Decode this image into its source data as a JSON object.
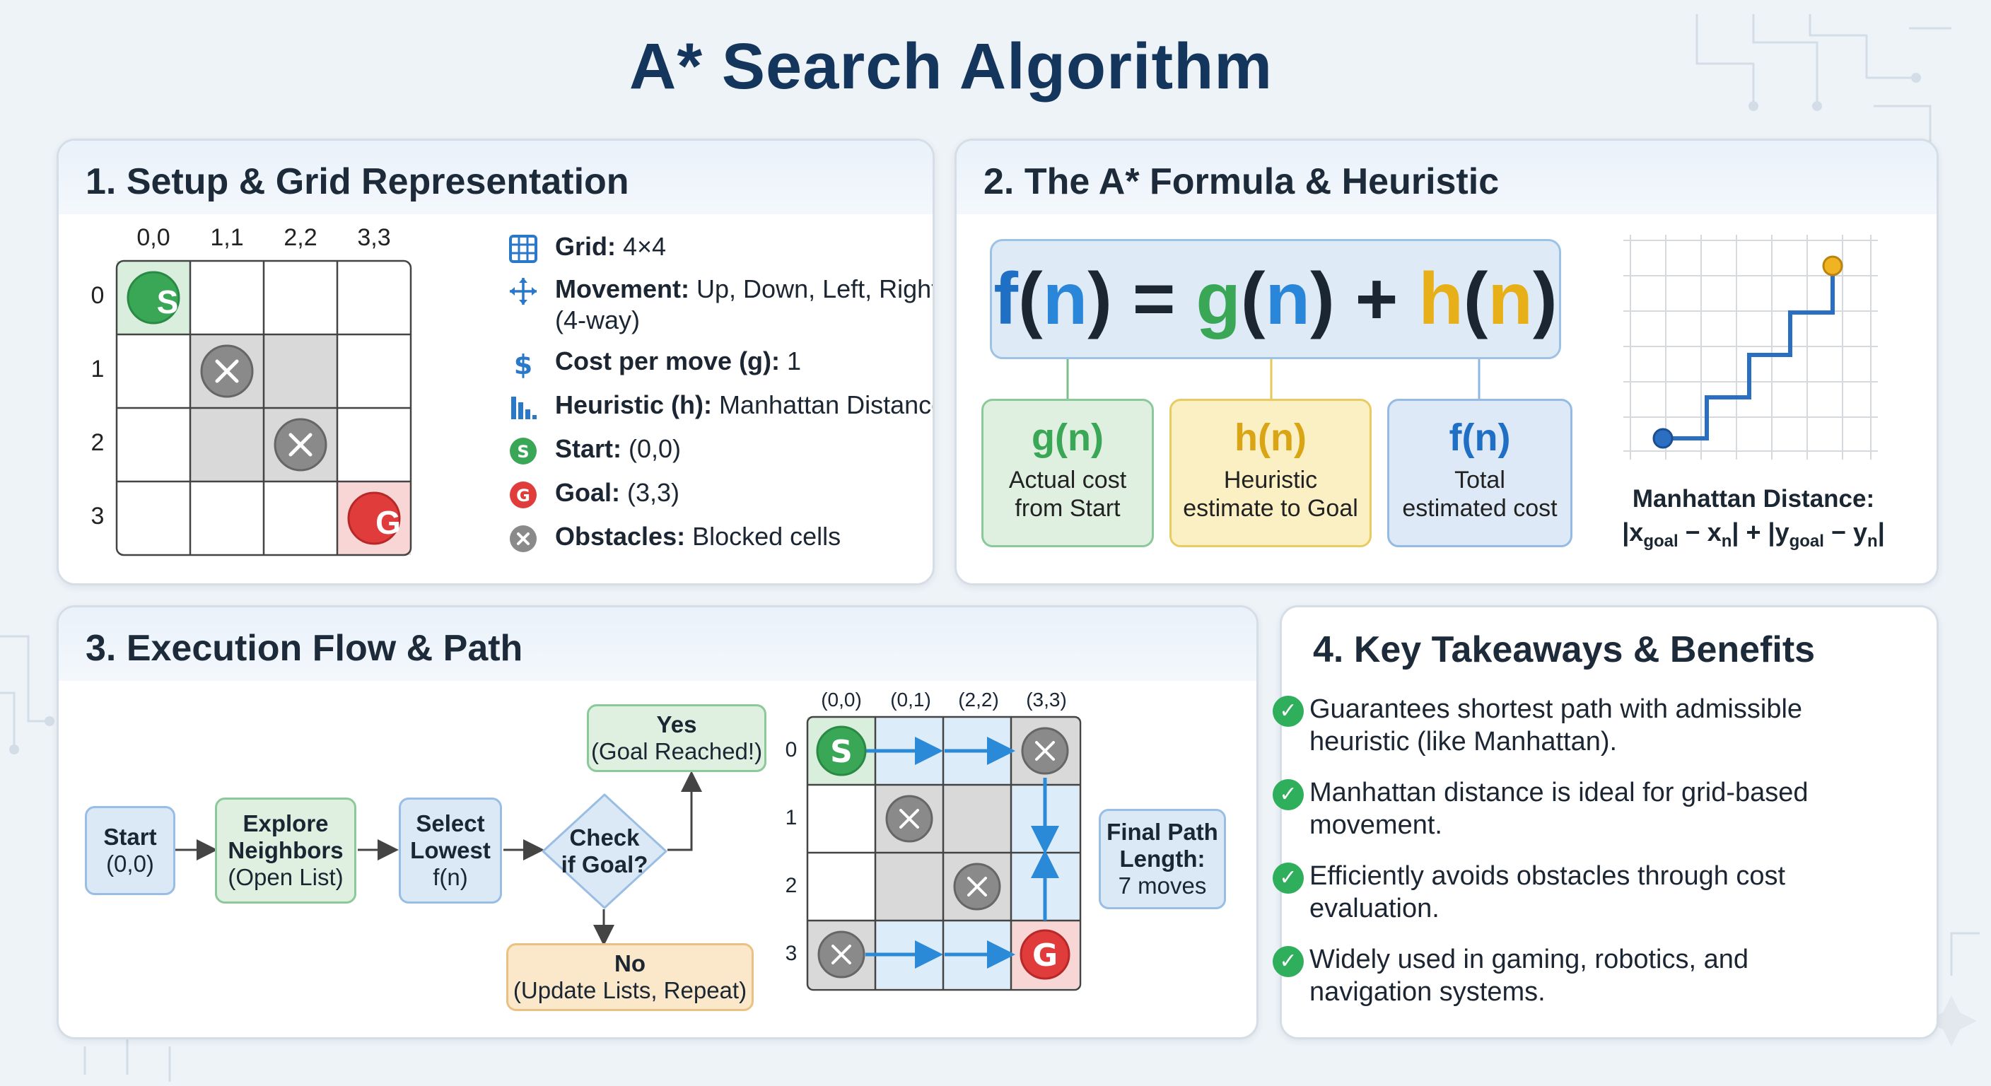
{
  "title": "A* Search Algorithm",
  "panel1": {
    "title": "1. Setup & Grid Representation",
    "col_labels": [
      "0,0",
      "1,1",
      "2,2",
      "3,3"
    ],
    "row_labels": [
      "0",
      "1",
      "2",
      "3"
    ],
    "start_marker": "S",
    "goal_marker": "G",
    "info": [
      {
        "icon": "grid-icon",
        "label": "Grid:",
        "value": " 4×4"
      },
      {
        "icon": "move-arrows-icon",
        "label": "Movement:",
        "value": " Up, Down, Left, Right",
        "value2": "(4-way)"
      },
      {
        "icon": "dollar-icon",
        "label": "Cost per move (g):",
        "value": " 1"
      },
      {
        "icon": "bar-chart-icon",
        "label": "Heuristic (h):",
        "value": " Manhattan Distance"
      },
      {
        "icon": "start-s-icon",
        "label": "Start:",
        "value": " (0,0)"
      },
      {
        "icon": "goal-g-icon",
        "label": "Goal:",
        "value": " (3,3)"
      },
      {
        "icon": "obstacle-x-icon",
        "label": "Obstacles:",
        "value": " Blocked cells"
      }
    ]
  },
  "panel2": {
    "title": "2. The A* Formula & Heuristic",
    "formula": {
      "f": "f",
      "g": "g",
      "h": "h",
      "n": "n"
    },
    "boxes": [
      {
        "sym": "g(n)",
        "line1": "Actual cost",
        "line2": "from Start"
      },
      {
        "sym": "h(n)",
        "line1": "Heuristic",
        "line2": "estimate to Goal"
      },
      {
        "sym": "f(n)",
        "line1": "Total",
        "line2": "estimated cost"
      }
    ],
    "manhattan_label": "Manhattan Distance:",
    "manhattan_formula": {
      "x": "x",
      "y": "y",
      "goal": "goal",
      "n": "n"
    }
  },
  "panel3": {
    "title": "3. Execution Flow & Path",
    "nodes": {
      "start": {
        "l1": "Start",
        "l2": "(0,0)"
      },
      "explore": {
        "l1": "Explore",
        "l2": "Neighbors",
        "l3": "(Open List)"
      },
      "select": {
        "l1": "Select",
        "l2": "Lowest",
        "l3": "f(n)"
      },
      "check": {
        "l1": "Check",
        "l2": "if Goal?"
      },
      "yes": {
        "l1": "Yes",
        "l2": "(Goal Reached!)"
      },
      "no": {
        "l1": "No",
        "l2": "(Update Lists, Repeat)"
      }
    },
    "grid_cols": [
      "(0,0)",
      "(0,1)",
      "(2,2)",
      "(3,3)"
    ],
    "grid_rows": [
      "0",
      "1",
      "2",
      "3"
    ],
    "final": {
      "l1": "Final Path",
      "l2": "Length:",
      "l3": "7 moves"
    }
  },
  "panel4": {
    "title": "4. Key Takeaways & Benefits",
    "items": [
      {
        "l1": "Guarantees shortest path with admissible",
        "l2": "heuristic (like Manhattan)."
      },
      {
        "l1": "Manhattan distance is ideal for grid-based",
        "l2": "movement."
      },
      {
        "l1": "Efficiently avoids obstacles through cost",
        "l2": "evaluation."
      },
      {
        "l1": "Widely used in gaming, robotics, and",
        "l2": "navigation systems."
      }
    ]
  },
  "colors": {
    "green": "#3aa757",
    "red": "#e03c3c",
    "gray": "#8a8a8a",
    "blue_f": "#1f6fc5",
    "yellow_h": "#e8b018",
    "path_blue": "#2b8ad8",
    "title_navy": "#15365c"
  }
}
